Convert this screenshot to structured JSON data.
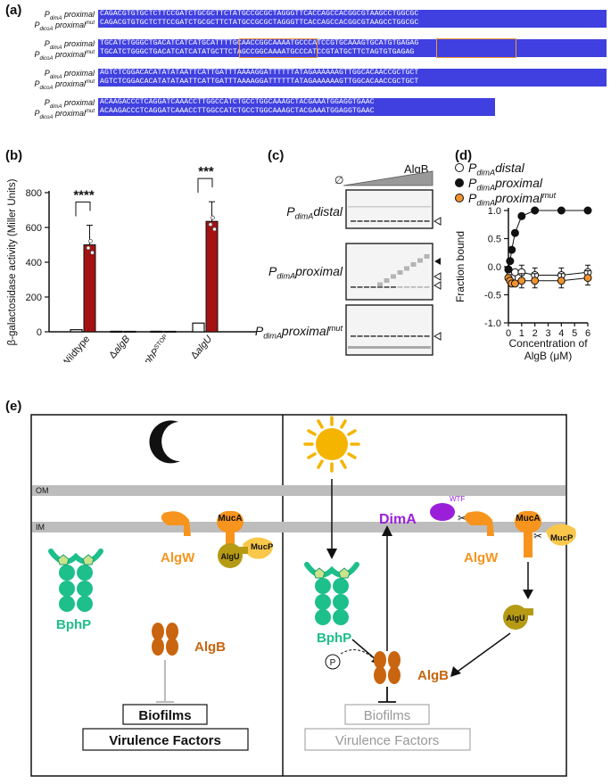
{
  "panel_a": {
    "label": "(a)",
    "rows": [
      {
        "top_name": "proximal",
        "bot_name": "proximal",
        "top_seq": "CAGACGTGTGCTCTTCCGATCTGCGCTTCTATGCCGCGCTAGGGTTCACCAGCCACGGCGTAAGCCTGGCGC",
        "bot_seq": "CAGACGTGTGCTCTTCCGATCTGCGCTTCTATGCCGCGCTAGGGTTCACCAGCCACGGCGTAAGCCTGGCGC"
      },
      {
        "top_name": "proximal",
        "bot_name": "proximal",
        "top_seq": "TGCATCTGGGCTGACATCATCATGCATTTTGCAACCGGCAAAATGCCCATCCGTGCAAAGTGCATGTGAGAG",
        "bot_seq": "TGCATCTGGGCTGACATCATCATATGCTTCTAGCCGGCAAAATGCCCATCCGTATGCTTCTAGTGTGAGAG"
      },
      {
        "top_name": "proximal",
        "bot_name": "proximal",
        "top_seq": "AGTCTCGGACACATATATAATTCATTGATTTAAAAGGATTTTTTATAGAAAAAAGTTGGCACAACCGCTGCT",
        "bot_seq": "AGTCTCGGACACATATATAATTCATTGATTTAAAAGGATTTTTTATAGAAAAAAGTTGGCACAACCGCTGCT"
      },
      {
        "top_name": "proximal",
        "bot_name": "proximal",
        "top_seq": "ACAAGACCCTCAGGATCAAACCTTGGCCATCTGCCTGGCAAAGCTACGAAATGGAGGTGAAC",
        "bot_seq": "ACAAGACCCTCAGGATCAAACCTTGGCCATCTGCCTGGCAAAGCTACGAAATGGAGGTGAAC"
      }
    ],
    "promoter_sub_top": "dimA",
    "promoter_sub_bot": "dicoA",
    "mut_sup": "mut",
    "P": "P"
  },
  "panel_b": {
    "label": "(b)",
    "ylabel": "β-galactosidase activity (Miller Units)",
    "yticks": [
      "0",
      "200",
      "400",
      "600",
      "800"
    ],
    "groups": [
      "Wildtype",
      "ΔalgB",
      "bphPSTOP",
      "ΔalgU"
    ],
    "group_main": [
      "Wildtype",
      "Δ",
      "bphP",
      "Δ"
    ],
    "group_ital": [
      "",
      "algB",
      "",
      "algU"
    ],
    "group_sup": [
      "",
      "",
      "STOP",
      ""
    ],
    "sig": [
      "****",
      "***"
    ],
    "colors": {
      "white": "#ffffff",
      "red": "#a51212"
    },
    "chart_data": {
      "type": "bar",
      "categories": [
        "Wildtype",
        "ΔalgB",
        "bphP STOP",
        "ΔalgU"
      ],
      "series": [
        {
          "values": [
            12,
            3,
            3,
            50
          ]
        },
        {
          "values": [
            500,
            3,
            3,
            635
          ]
        }
      ],
      "ylim": [
        0,
        800
      ]
    }
  },
  "panel_c": {
    "label": "(c)",
    "titrant": "AlgB",
    "empty": "∅",
    "gel_labels": [
      {
        "main": "P",
        "sub": "dimA",
        "rest": "distal",
        "sup": ""
      },
      {
        "main": "P",
        "sub": "dimA",
        "rest": "proximal",
        "sup": ""
      },
      {
        "main": "P",
        "sub": "dimA",
        "rest": "proximal",
        "sup": "mut"
      }
    ]
  },
  "panel_d": {
    "label": "(d)",
    "legend": [
      {
        "main": "P",
        "sub": "dimA",
        "rest": "distal",
        "sup": ""
      },
      {
        "main": "P",
        "sub": "dimA",
        "rest": "proximal",
        "sup": ""
      },
      {
        "main": "P",
        "sub": "dimA",
        "rest": "proximal",
        "sup": "mut"
      }
    ],
    "ylabel": "Fraction bound",
    "xlabel1": "Concentration of",
    "xlabel2": "AlgB (μM)",
    "yticks": [
      "-1.0",
      "-0.5",
      "0.0",
      "0.5",
      "1.0"
    ],
    "xticks": [
      "0",
      "1",
      "2",
      "3",
      "4",
      "5",
      "6"
    ],
    "colors": {
      "distal": "#ffffff",
      "proximal": "#111111",
      "mut": "#f0922e"
    },
    "chart_data": {
      "type": "scatter",
      "x": [
        0,
        0.125,
        0.25,
        0.5,
        1,
        2,
        4,
        6
      ],
      "series": [
        {
          "name": "PdimA distal",
          "values": [
            -0.05,
            -0.15,
            -0.2,
            -0.1,
            -0.1,
            -0.15,
            -0.15,
            -0.1
          ]
        },
        {
          "name": "PdimA proximal",
          "values": [
            -0.05,
            0.1,
            0.3,
            0.6,
            0.9,
            1.0,
            1.0,
            1.0
          ]
        },
        {
          "name": "PdimA proximal mut",
          "values": [
            -0.2,
            -0.25,
            -0.3,
            -0.3,
            -0.25,
            -0.25,
            -0.25,
            -0.2
          ]
        }
      ],
      "xlim": [
        0,
        6
      ],
      "ylim": [
        -1,
        1
      ]
    }
  },
  "panel_e": {
    "label": "(e)",
    "OM": "OM",
    "IM": "IM",
    "MucA": "MucA",
    "MucP": "MucP",
    "AlgW": "AlgW",
    "AlgU": "AlgU",
    "BphP": "BphP",
    "AlgB": "AlgB",
    "DimA": "DimA",
    "WTF": "WTF",
    "P": "P",
    "Biofilms": "Biofilms",
    "Virulence": "Virulence Factors",
    "colors": {
      "orange": "#f7941d",
      "gold": "#f9c84a",
      "olive": "#b59a14",
      "green": "#1dbf8a",
      "brown": "#c9650f",
      "purple": "#9b1fd8",
      "grey": "#bdbdbd"
    }
  }
}
